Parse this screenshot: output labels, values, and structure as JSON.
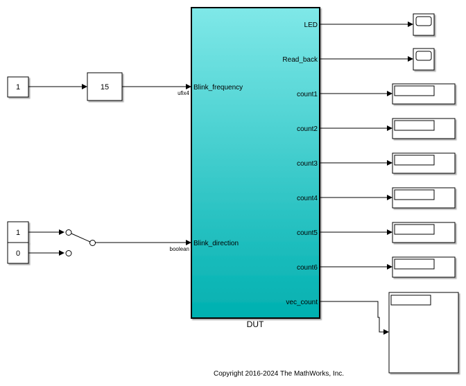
{
  "model": {
    "constants": [
      {
        "id": "const-freq",
        "value": "1"
      },
      {
        "id": "const-dir-1",
        "value": "1"
      },
      {
        "id": "const-dir-0",
        "value": "0"
      }
    ],
    "gain": {
      "value": "15"
    },
    "dut": {
      "name": "DUT",
      "fill_top": "#7fe8e8",
      "fill_bottom": "#00b0b0",
      "inputs": [
        "Blink_frequency",
        "Blink_direction"
      ],
      "outputs": [
        "LED",
        "Read_back",
        "count1",
        "count2",
        "count3",
        "count4",
        "count5",
        "count6",
        "vec_count"
      ]
    },
    "signal_types": {
      "freq": "ufix4",
      "dir": "boolean"
    },
    "copyright": "Copyright 2016-2024 The MathWorks, Inc."
  }
}
